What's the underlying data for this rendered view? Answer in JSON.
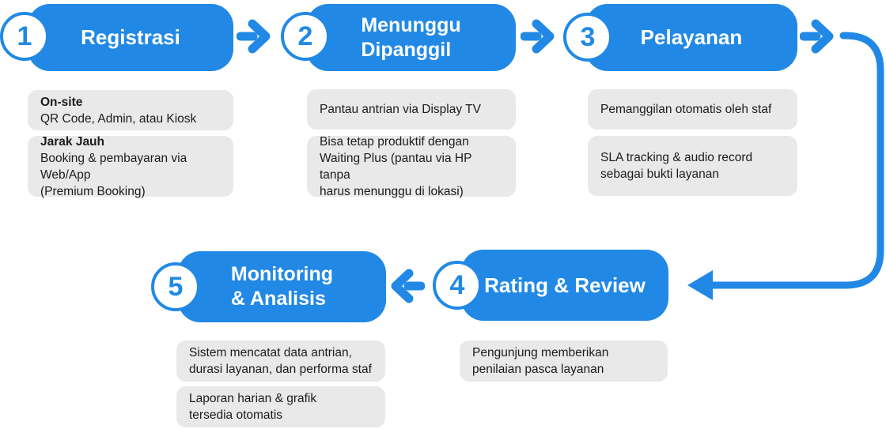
{
  "canvas": {
    "background": "#FFFFFF"
  },
  "colors": {
    "accent_blue": "#2189E5",
    "note_gray": "#E9E9E9",
    "note_text": "#1C1C1C",
    "header_text": "#FFFFFF"
  },
  "icons": [
    {
      "name": "arrow-right-icon",
      "meaning": "flow to next step"
    },
    {
      "name": "arrow-left-icon",
      "meaning": "flow to next step (bottom row)"
    },
    {
      "name": "flow-connector-arrow-icon",
      "meaning": "curved connector from step 3 to step 4"
    }
  ],
  "steps": [
    {
      "number": "1",
      "title": "Registrasi",
      "notes": [
        {
          "heading": "On-site",
          "body": "QR Code, Admin, atau Kiosk"
        },
        {
          "heading": "Jarak Jauh",
          "body": "Booking & pembayaran via Web/App\n(Premium Booking)"
        }
      ]
    },
    {
      "number": "2",
      "title": "Menunggu\nDipanggil",
      "notes": [
        {
          "body": "Pantau antrian via Display TV"
        },
        {
          "body": "Bisa tetap produktif dengan\nWaiting Plus (pantau via HP tanpa\nharus menunggu di lokasi)"
        }
      ]
    },
    {
      "number": "3",
      "title": "Pelayanan",
      "notes": [
        {
          "body": "Pemanggilan otomatis oleh staf"
        },
        {
          "body": "SLA tracking & audio record\nsebagai bukti layanan"
        }
      ]
    },
    {
      "number": "4",
      "title": "Rating & Review",
      "notes": [
        {
          "body": "Pengunjung memberikan\npenilaian pasca layanan"
        }
      ]
    },
    {
      "number": "5",
      "title": "Monitoring\n& Analisis",
      "notes": [
        {
          "body": "Sistem mencatat data antrian,\ndurasi layanan, dan performa staf"
        },
        {
          "body": "Laporan harian & grafik\ntersedia otomatis"
        }
      ]
    }
  ]
}
